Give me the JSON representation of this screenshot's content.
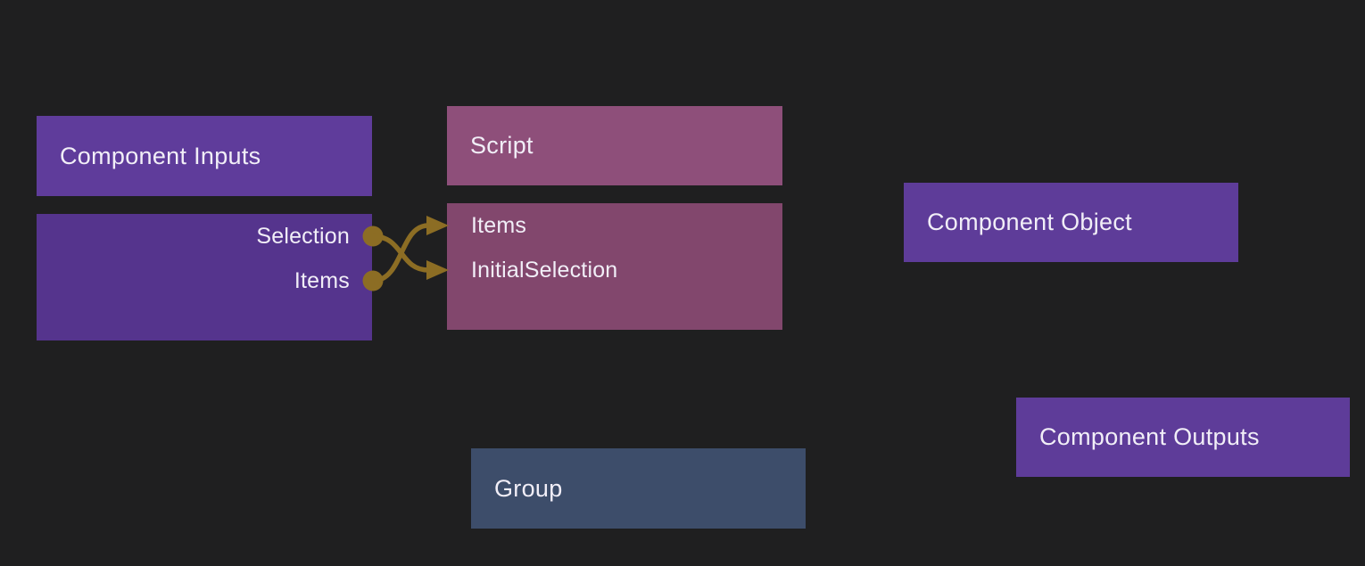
{
  "canvas": {
    "background": "#1f1f20",
    "wire_color": "#8c6d24",
    "text_color": "#f1eef7"
  },
  "nodes": {
    "component_inputs": {
      "title": "Component Inputs",
      "header_color": "#5f3c9b",
      "body_color": "#55348d",
      "output_ports": [
        {
          "label": "Selection"
        },
        {
          "label": "Items"
        }
      ]
    },
    "script": {
      "title": "Script",
      "header_color": "#8e4f7a",
      "body_color": "#82476d",
      "input_ports": [
        {
          "label": "Items"
        },
        {
          "label": "InitialSelection"
        }
      ]
    },
    "component_object": {
      "title": "Component Object",
      "color": "#5e3c99"
    },
    "component_outputs": {
      "title": "Component Outputs",
      "color": "#5e3c99"
    },
    "group": {
      "title": "Group",
      "color": "#3d4d6a"
    }
  },
  "connections": [
    {
      "from": "Component Inputs.Selection",
      "to": "Script.InitialSelection"
    },
    {
      "from": "Component Inputs.Items",
      "to": "Script.Items"
    }
  ]
}
